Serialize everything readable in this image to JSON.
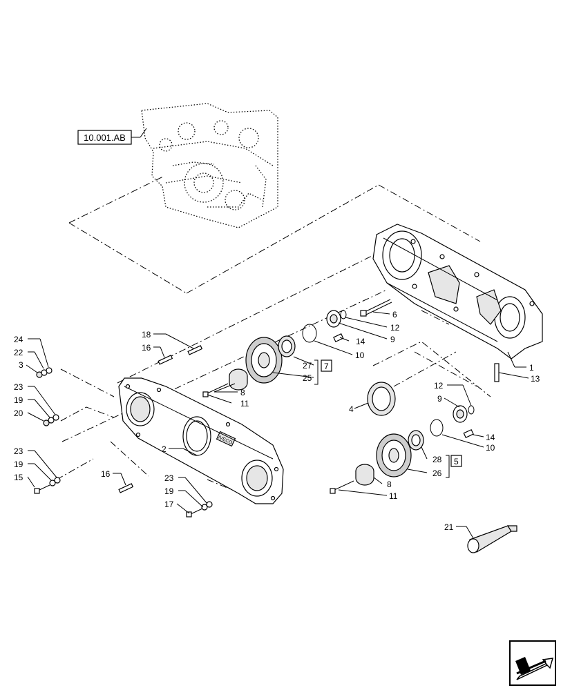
{
  "reference_label": "10.001.AB",
  "callouts": {
    "c1": "1",
    "c2": "2",
    "c3": "3",
    "c4": "4",
    "c5": "5",
    "c6": "6",
    "c7": "7",
    "c8a": "8",
    "c8b": "8",
    "c9a": "9",
    "c9b": "9",
    "c10a": "10",
    "c10b": "10",
    "c11a": "11",
    "c11b": "11",
    "c12a": "12",
    "c12b": "12",
    "c13": "13",
    "c14a": "14",
    "c14b": "14",
    "c15": "15",
    "c16a": "16",
    "c16b": "16",
    "c17": "17",
    "c18": "18",
    "c19a": "19",
    "c19b": "19",
    "c19c": "19",
    "c20": "20",
    "c21": "21",
    "c22": "22",
    "c23a": "23",
    "c23b": "23",
    "c23c": "23",
    "c24": "24",
    "c25": "25",
    "c26": "26",
    "c27": "27",
    "c28": "28"
  },
  "cover_logo_text": "IVECO",
  "icons": {
    "navigation": "return-arrow-icon"
  }
}
